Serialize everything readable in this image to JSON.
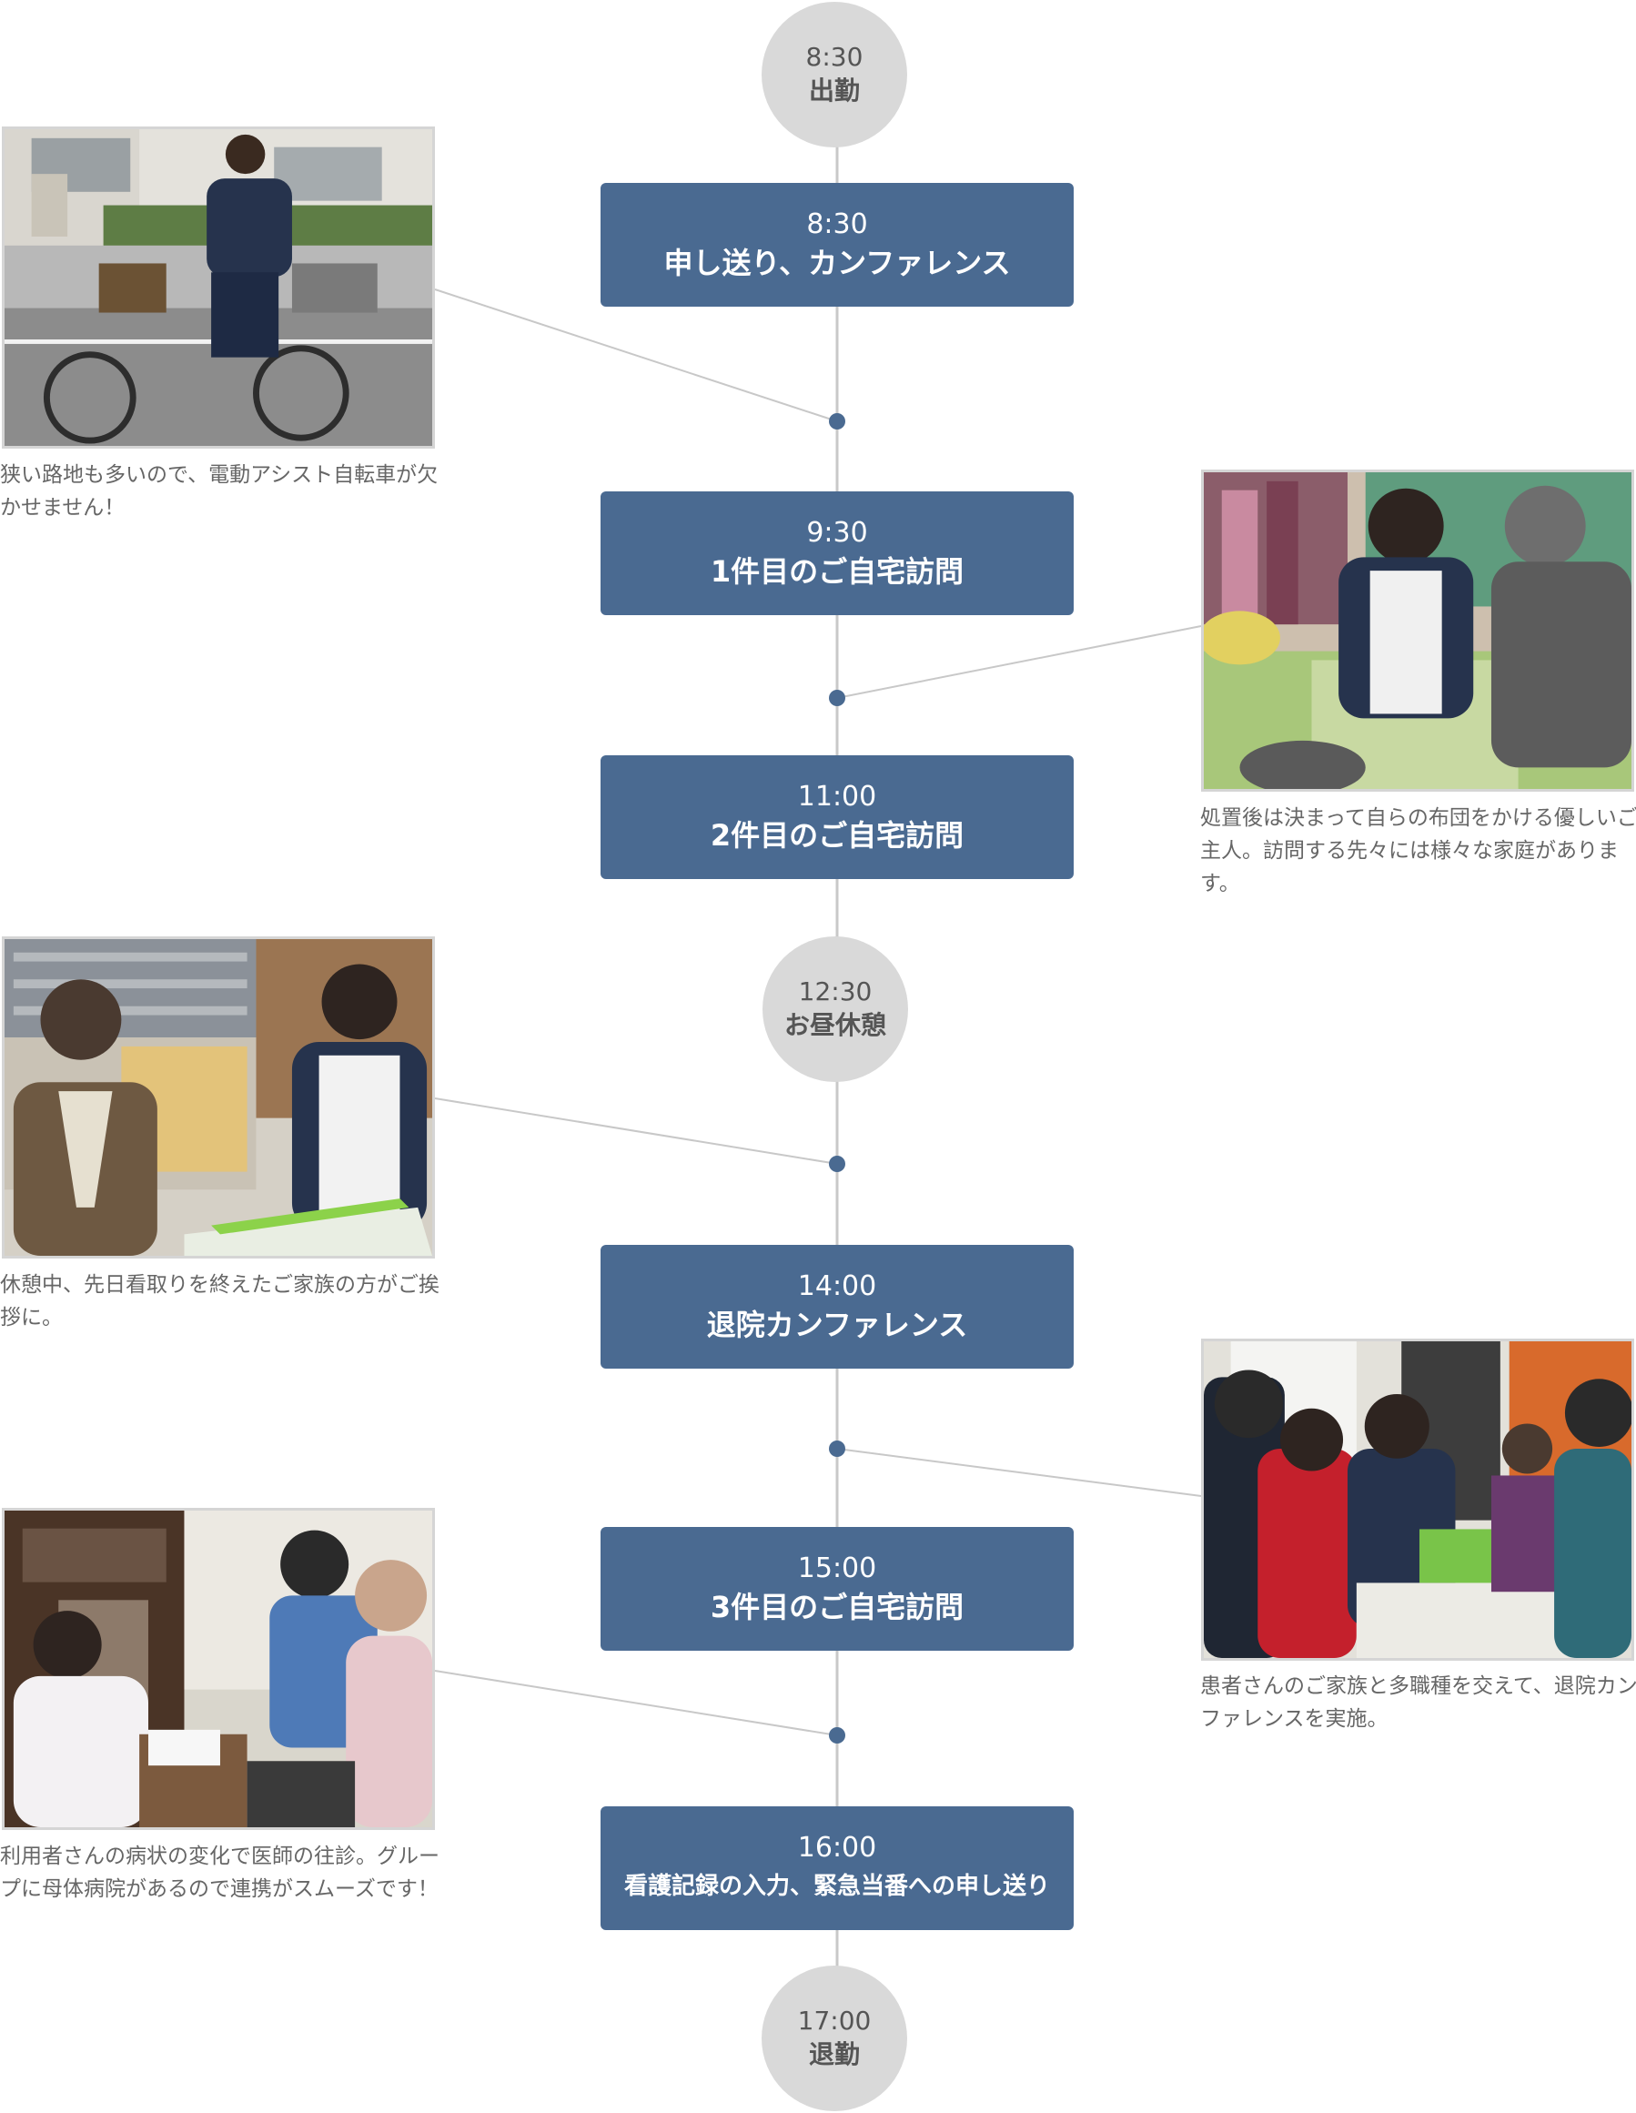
{
  "colors": {
    "box_fill": "#4a6a91",
    "circle_fill": "#d9d9d9",
    "line": "#c8c8c8",
    "dot": "#4a6a91",
    "caption_text": "#666666"
  },
  "milestones": {
    "start": {
      "time": "8:30",
      "label": "出勤"
    },
    "lunch": {
      "time": "12:30",
      "label": "お昼休憩"
    },
    "end": {
      "time": "17:00",
      "label": "退勤"
    }
  },
  "schedule": [
    {
      "time": "8:30",
      "label": "申し送り、カンファレンス"
    },
    {
      "time": "9:30",
      "label": "1件目のご自宅訪問"
    },
    {
      "time": "11:00",
      "label": "2件目のご自宅訪問"
    },
    {
      "time": "14:00",
      "label": "退院カンファレンス"
    },
    {
      "time": "15:00",
      "label": "3件目のご自宅訪問"
    },
    {
      "time": "16:00",
      "label": "看護記録の入力、緊急当番への申し送り"
    }
  ],
  "photos": [
    {
      "icon": "nurse-on-bicycle-photo",
      "caption": "狭い路地も多いので、電動アシスト自転車が欠かせません！"
    },
    {
      "icon": "home-visit-photo",
      "caption": "処置後は決まって自らの布団をかける優しいご主人。訪問する先々には様々な家庭があります。"
    },
    {
      "icon": "family-greeting-photo",
      "caption": "休憩中、先日看取りを終えたご家族の方がご挨拶に。"
    },
    {
      "icon": "discharge-conference-photo",
      "caption": "患者さんのご家族と多職種を交えて、退院カンファレンスを実施。"
    },
    {
      "icon": "doctor-visit-photo",
      "caption": "利用者さんの病状の変化で医師の往診。グループに母体病院があるので連携がスムーズです！"
    }
  ]
}
